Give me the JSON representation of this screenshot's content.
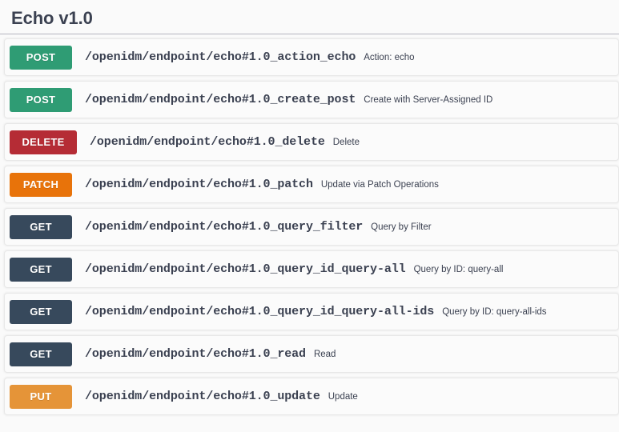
{
  "header": {
    "title": "Echo v1.0"
  },
  "operations": [
    {
      "method": "POST",
      "method_color": "#2f9c74",
      "path": "/openidm/endpoint/echo#1.0_action_echo",
      "description": "Action: echo"
    },
    {
      "method": "POST",
      "method_color": "#2f9c74",
      "path": "/openidm/endpoint/echo#1.0_create_post",
      "description": "Create with Server-Assigned ID"
    },
    {
      "method": "DELETE",
      "method_color": "#b52c35",
      "path": "/openidm/endpoint/echo#1.0_delete",
      "description": "Delete"
    },
    {
      "method": "PATCH",
      "method_color": "#e8730a",
      "path": "/openidm/endpoint/echo#1.0_patch",
      "description": "Update via Patch Operations"
    },
    {
      "method": "GET",
      "method_color": "#37495c",
      "path": "/openidm/endpoint/echo#1.0_query_filter",
      "description": "Query by Filter"
    },
    {
      "method": "GET",
      "method_color": "#37495c",
      "path": "/openidm/endpoint/echo#1.0_query_id_query-all",
      "description": "Query by ID: query-all"
    },
    {
      "method": "GET",
      "method_color": "#37495c",
      "path": "/openidm/endpoint/echo#1.0_query_id_query-all-ids",
      "description": "Query by ID: query-all-ids"
    },
    {
      "method": "GET",
      "method_color": "#37495c",
      "path": "/openidm/endpoint/echo#1.0_read",
      "description": "Read"
    },
    {
      "method": "PUT",
      "method_color": "#e59438",
      "path": "/openidm/endpoint/echo#1.0_update",
      "description": "Update"
    }
  ]
}
